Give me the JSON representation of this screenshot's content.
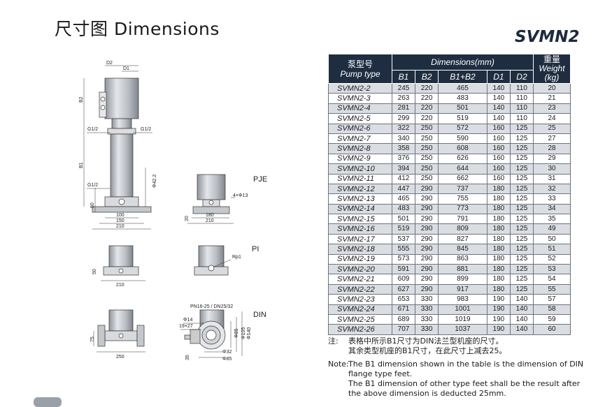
{
  "header": {
    "title": "尺寸图 Dimensions",
    "model": "SVMN2"
  },
  "drawing": {
    "labels": {
      "d2": "D2",
      "d1": "D1",
      "b2": "B2",
      "b1": "B1",
      "g1": "G1/2",
      "g2": "G1/2",
      "g3": "G1/2",
      "phi42": "Φ42.2",
      "d50a": "50",
      "d100": "100",
      "d150": "150",
      "d210a": "210",
      "pje": "PJE",
      "holes": "4×Φ13",
      "d20": "20",
      "d180": "180",
      "d210b": "210",
      "pi": "PI",
      "rp1": "Rp1",
      "d50b": "50",
      "d210c": "210",
      "din": "DIN",
      "pn": "PN16-25 / DN25/32",
      "phi14": "Φ14",
      "s19": "19×27",
      "phi85v": "Φ85",
      "phi105": "Φ105",
      "phi140": "Φ140",
      "d75": "75",
      "d250": "250",
      "d35": "35",
      "phi32": "Φ32",
      "phi85h": "Φ85"
    }
  },
  "table": {
    "header": {
      "pump_cn": "泵型号",
      "pump_en": "Pump type",
      "dimensions": "Dimensions(mm)",
      "weight_cn": "重量",
      "weight_en": "Weight",
      "weight_unit": "(kg)",
      "cols": [
        "B1",
        "B2",
        "B1+B2",
        "D1",
        "D2"
      ]
    },
    "rows": [
      {
        "model": "SVMN2-2",
        "b1": "245",
        "b2": "220",
        "b1b2": "465",
        "d1": "140",
        "d2": "110",
        "w": "20"
      },
      {
        "model": "SVMN2-3",
        "b1": "263",
        "b2": "220",
        "b1b2": "483",
        "d1": "140",
        "d2": "110",
        "w": "21"
      },
      {
        "model": "SVMN2-4",
        "b1": "281",
        "b2": "220",
        "b1b2": "501",
        "d1": "140",
        "d2": "110",
        "w": "23"
      },
      {
        "model": "SVMN2-5",
        "b1": "299",
        "b2": "220",
        "b1b2": "519",
        "d1": "140",
        "d2": "110",
        "w": "24"
      },
      {
        "model": "SVMN2-6",
        "b1": "322",
        "b2": "250",
        "b1b2": "572",
        "d1": "160",
        "d2": "125",
        "w": "25"
      },
      {
        "model": "SVMN2-7",
        "b1": "340",
        "b2": "250",
        "b1b2": "590",
        "d1": "160",
        "d2": "125",
        "w": "27"
      },
      {
        "model": "SVMN2-8",
        "b1": "358",
        "b2": "250",
        "b1b2": "608",
        "d1": "160",
        "d2": "125",
        "w": "28"
      },
      {
        "model": "SVMN2-9",
        "b1": "376",
        "b2": "250",
        "b1b2": "626",
        "d1": "160",
        "d2": "125",
        "w": "29"
      },
      {
        "model": "SVMN2-10",
        "b1": "394",
        "b2": "250",
        "b1b2": "644",
        "d1": "160",
        "d2": "125",
        "w": "30"
      },
      {
        "model": "SVMN2-11",
        "b1": "412",
        "b2": "250",
        "b1b2": "662",
        "d1": "160",
        "d2": "125",
        "w": "31"
      },
      {
        "model": "SVMN2-12",
        "b1": "447",
        "b2": "290",
        "b1b2": "737",
        "d1": "180",
        "d2": "125",
        "w": "32"
      },
      {
        "model": "SVMN2-13",
        "b1": "465",
        "b2": "290",
        "b1b2": "755",
        "d1": "180",
        "d2": "125",
        "w": "33"
      },
      {
        "model": "SVMN2-14",
        "b1": "483",
        "b2": "290",
        "b1b2": "773",
        "d1": "180",
        "d2": "125",
        "w": "34"
      },
      {
        "model": "SVMN2-15",
        "b1": "501",
        "b2": "290",
        "b1b2": "791",
        "d1": "180",
        "d2": "125",
        "w": "35"
      },
      {
        "model": "SVMN2-16",
        "b1": "519",
        "b2": "290",
        "b1b2": "809",
        "d1": "180",
        "d2": "125",
        "w": "49"
      },
      {
        "model": "SVMN2-17",
        "b1": "537",
        "b2": "290",
        "b1b2": "827",
        "d1": "180",
        "d2": "125",
        "w": "50"
      },
      {
        "model": "SVMN2-18",
        "b1": "555",
        "b2": "290",
        "b1b2": "845",
        "d1": "180",
        "d2": "125",
        "w": "51"
      },
      {
        "model": "SVMN2-19",
        "b1": "573",
        "b2": "290",
        "b1b2": "863",
        "d1": "180",
        "d2": "125",
        "w": "52"
      },
      {
        "model": "SVMN2-20",
        "b1": "591",
        "b2": "290",
        "b1b2": "881",
        "d1": "180",
        "d2": "125",
        "w": "53"
      },
      {
        "model": "SVMN2-21",
        "b1": "609",
        "b2": "290",
        "b1b2": "899",
        "d1": "180",
        "d2": "125",
        "w": "54"
      },
      {
        "model": "SVMN2-22",
        "b1": "627",
        "b2": "290",
        "b1b2": "917",
        "d1": "180",
        "d2": "125",
        "w": "55"
      },
      {
        "model": "SVMN2-23",
        "b1": "653",
        "b2": "330",
        "b1b2": "983",
        "d1": "190",
        "d2": "140",
        "w": "57"
      },
      {
        "model": "SVMN2-24",
        "b1": "671",
        "b2": "330",
        "b1b2": "1001",
        "d1": "190",
        "d2": "140",
        "w": "58"
      },
      {
        "model": "SVMN2-25",
        "b1": "689",
        "b2": "330",
        "b1b2": "1019",
        "d1": "190",
        "d2": "140",
        "w": "59"
      },
      {
        "model": "SVMN2-26",
        "b1": "707",
        "b2": "330",
        "b1b2": "1037",
        "d1": "190",
        "d2": "140",
        "w": "60"
      }
    ]
  },
  "notes": {
    "cn_label": "注:",
    "cn_line1": "表格中所示B1尺寸为DIN法兰型机座的尺寸。",
    "cn_line2": "其余类型机座的B1尺寸，在此尺寸上减去25。",
    "en_label": "Note:",
    "en_line1": "The B1 dimension shown in the table is the dimension of DIN",
    "en_line2": "flange type feet.",
    "en_line3": "The B1 dimension of other type feet shall be the result  after",
    "en_line4": "the above dimension is deducted 25mm."
  },
  "colors": {
    "header_bg": "#1f2d40",
    "row_alt": "#dadde2",
    "pump_body": "#c9ccd1"
  }
}
